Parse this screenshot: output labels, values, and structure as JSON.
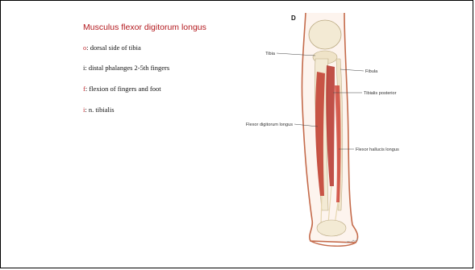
{
  "slide": {
    "title": "Musculus flexor digitorum longus",
    "items": [
      {
        "key": "o",
        "sep": ":",
        "text": " dorsal side of tibia",
        "key_color": "#c0282d"
      },
      {
        "key": "i",
        "sep": ":",
        "text": " distal phalanges 2-5th fingers",
        "key_color": "#111111"
      },
      {
        "key": "f",
        "sep": ":",
        "text": " flexion of fingers and foot",
        "key_color": "#c0282d"
      },
      {
        "key": "i",
        "sep": ":",
        "text": " n. tibialis",
        "key_color": "#c0282d"
      }
    ]
  },
  "figure": {
    "panel_letter": "D",
    "labels": {
      "tibia": "Tibia",
      "fibula": "Fibula",
      "tibialis_posterior": "Tibialis posterior",
      "flexor_digitorum_longus": "Flexor digitorum longus",
      "flexor_hallucis_longus": "Flexor hallucis longus"
    },
    "colors": {
      "muscle": "#c0392b",
      "bone": "#f3ead4",
      "outline": "#c46a4a"
    }
  }
}
